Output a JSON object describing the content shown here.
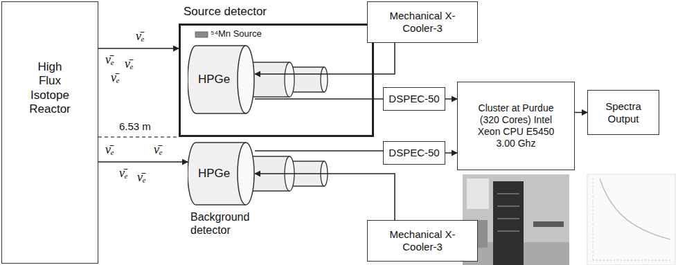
{
  "diagram": {
    "nodes": [
      {
        "text": [
          "High Flux Isotope Reactor"
        ]
      },
      {
        "text": [
          "Source detector"
        ]
      },
      {
        "text": [
          "HPGe"
        ],
        "in": 1
      },
      {
        "text": [
          "Mechanical X-Cooler-3"
        ]
      },
      {
        "text": [
          "DSPEC-50"
        ]
      },
      {
        "text": [
          "HPGe",
          "Background detector"
        ]
      },
      {
        "text": [
          "DSPEC-50"
        ]
      },
      {
        "text": [
          "Mechanical X-Cooler-3"
        ]
      },
      {
        "text": [
          "Cluster at Purdue (320 Cores) Intel Xeon CPU E5450 3.00 Ghz"
        ]
      },
      {
        "text": [
          "Spectra Output"
        ]
      }
    ],
    "edges": [
      {
        "from": 0,
        "to": 1,
        "arrow": "to"
      },
      {
        "from": 0,
        "to": 5,
        "arrow": "to"
      },
      {
        "from": 3,
        "to": 2,
        "arrow": "to"
      },
      {
        "from": 2,
        "to": 4,
        "arrow": "none"
      },
      {
        "from": 4,
        "to": 8,
        "arrow": "to"
      },
      {
        "from": 5,
        "to": 6,
        "arrow": "none"
      },
      {
        "from": 7,
        "to": 5,
        "arrow": "to"
      },
      {
        "from": 6,
        "to": 8,
        "arrow": "to"
      },
      {
        "from": 8,
        "to": 9,
        "arrow": "to"
      }
    ],
    "labels": [
      "ν̄ₑ",
      "ν̄ₑ",
      "ν̄ₑ",
      "ν̄ₑ",
      "ν̄ₑ",
      "ν̄ₑ",
      "ν̄ₑ",
      "ν̄ₑ",
      "⁵⁴Mn Source",
      "6.53 m"
    ]
  }
}
